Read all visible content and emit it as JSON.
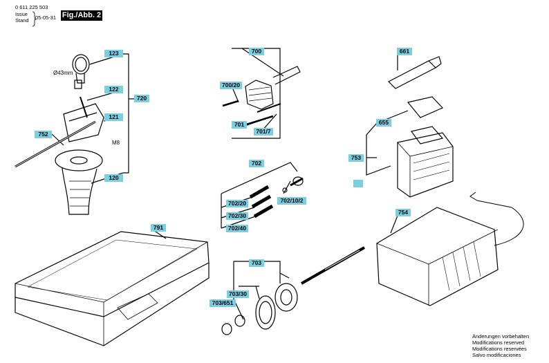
{
  "header": {
    "part_number": "0 611 225 503",
    "issue_label": "Issue",
    "stand_label": "Stand",
    "date": "05-05-31",
    "figure": "Fig./Abb. 2"
  },
  "labels": {
    "p123": "123",
    "p122": "122",
    "p121": "121",
    "p720": "720",
    "p752": "752",
    "p120": "120",
    "p700": "700",
    "p700_20": "700/20",
    "p701": "701",
    "p701_7": "701/7",
    "p702": "702",
    "p702_20": "702/20",
    "p702_10_2": "702/10/2",
    "p702_30": "702/30",
    "p702_40": "702/40",
    "p661": "661",
    "p655": "655",
    "p753": "753",
    "p754": "754",
    "p791": "791",
    "p703": "703",
    "p703_30": "703/30",
    "p703_651": "703/651"
  },
  "annotations": {
    "diameter": "Ø43mm",
    "thread": "M8"
  },
  "notes": {
    "de": "Änderungen vorbehalten",
    "en": "Modifications reserved",
    "fr": "Modifications reservées",
    "es": "Salvo modificaciones"
  }
}
